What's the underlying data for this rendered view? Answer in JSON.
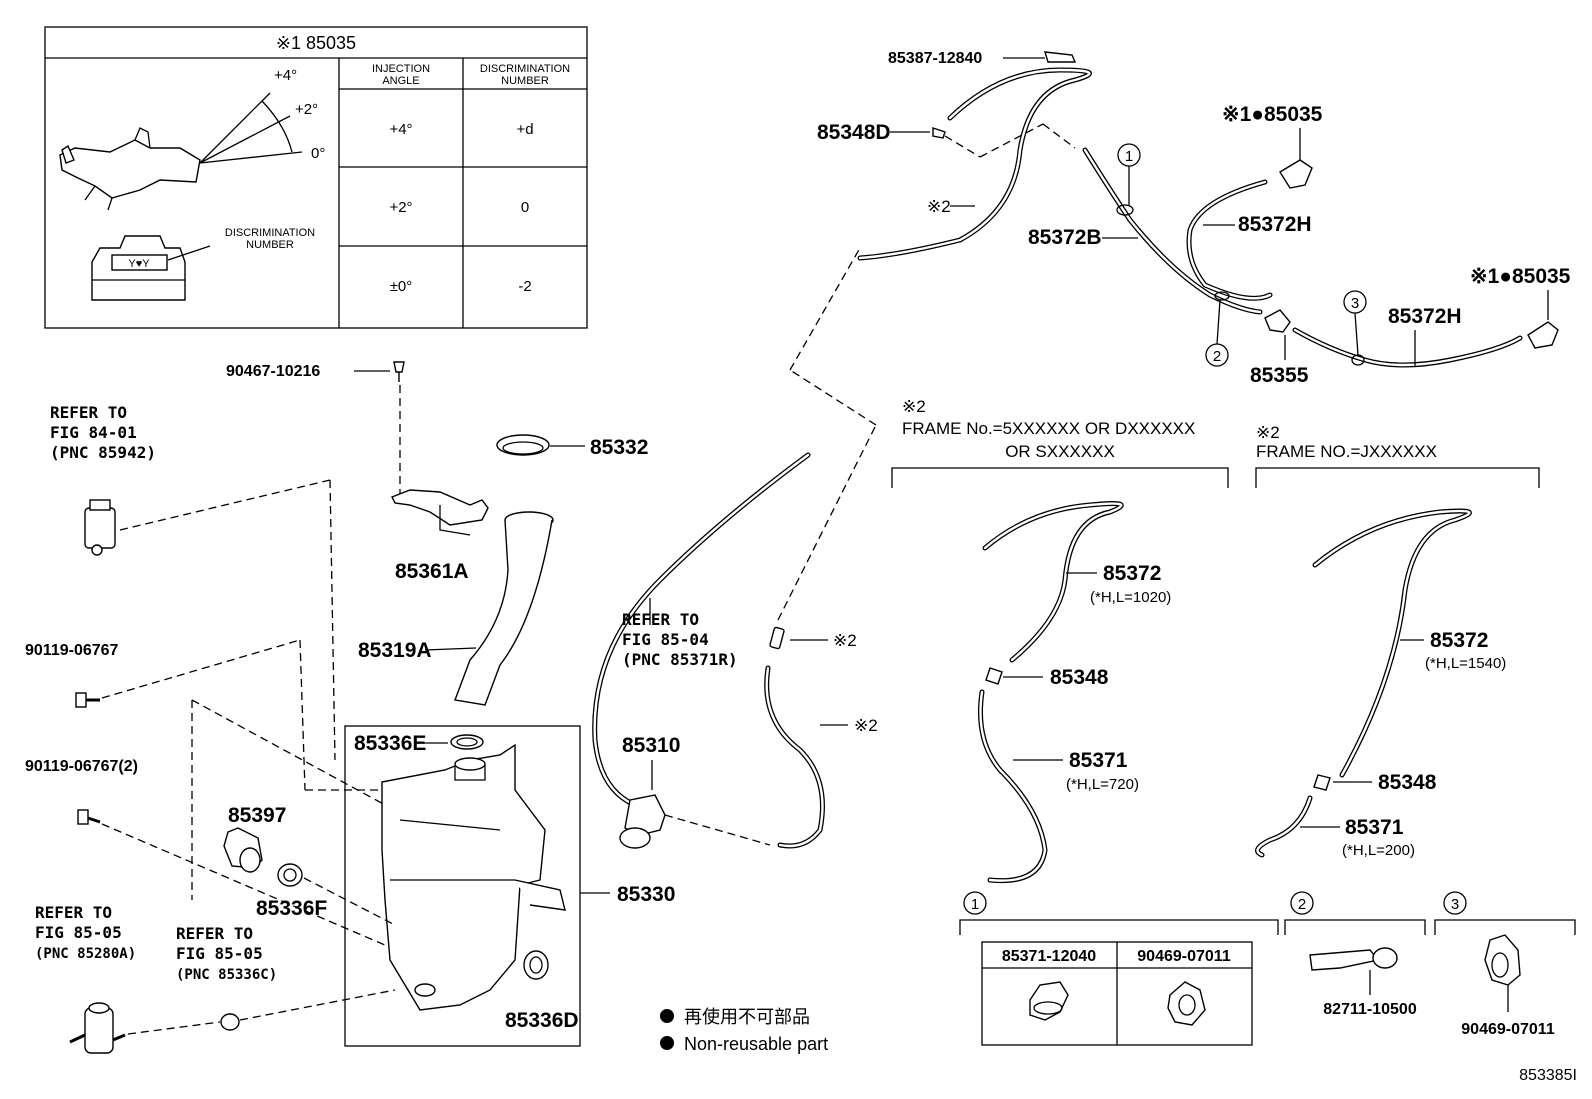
{
  "title_box": {
    "header": "※1 85035",
    "angles": [
      "+4°",
      "+2°",
      "0°"
    ],
    "discrimination_label_line1": "DISCRIMINATION",
    "discrimination_label_line2": "NUMBER",
    "col1_line1": "INJECTION",
    "col1_line2": "ANGLE",
    "col2_line1": "DISCRIMINATION",
    "col2_line2": "NUMBER",
    "rows": [
      {
        "angle": "+4°",
        "number": "+d"
      },
      {
        "angle": "+2°",
        "number": "0"
      },
      {
        "angle": "±0°",
        "number": "-2"
      }
    ],
    "stamp": "Y♥Y"
  },
  "parts": {
    "p90467": "90467-10216",
    "p85332": "85332",
    "p85361A": "85361A",
    "p85319A": "85319A",
    "p85336E": "85336E",
    "p85397": "85397",
    "p85336F": "85336F",
    "p85330": "85330",
    "p85336D": "85336D",
    "p85310": "85310",
    "p90119a": "90119-06767",
    "p90119b": "90119-06767(2)",
    "p85387": "85387-12840",
    "p85348D": "85348D",
    "p85372B": "85372B",
    "p85372H_1": "85372H",
    "p85372H_2": "85372H",
    "p85355": "85355",
    "p85035_1": "※1●85035",
    "p85035_2": "※1●85035",
    "note2_a": "※2",
    "note2_b": "※2",
    "note2_c": "※2",
    "circle1": "1",
    "circle2": "2",
    "circle3": "3"
  },
  "refer": {
    "r1": [
      "REFER TO",
      "FIG 84-01",
      "(PNC 85942)"
    ],
    "r2": [
      "REFER TO",
      "FIG 85-04",
      "(PNC 85371R)"
    ],
    "r3": [
      "REFER TO",
      "FIG 85-05",
      "(PNC 85280A)"
    ],
    "r4": [
      "REFER TO",
      "FIG 85-05",
      "(PNC 85336C)"
    ]
  },
  "variant_a": {
    "mark": "※2",
    "frame_line1": "FRAME No.=5XXXXXX OR DXXXXXX",
    "frame_line2": "OR SXXXXXX",
    "p85372": "85372",
    "p85372_len": "(*H,L=1020)",
    "p85348": "85348",
    "p85371": "85371",
    "p85371_len": "(*H,L=720)"
  },
  "variant_b": {
    "mark": "※2",
    "frame_line1": "FRAME NO.=JXXXXXX",
    "p85372": "85372",
    "p85372_len": "(*H,L=1540)",
    "p85348": "85348",
    "p85371": "85371",
    "p85371_len": "(*H,L=200)"
  },
  "detail": {
    "c1": "1",
    "c2": "2",
    "c3": "3",
    "d1_a": "85371-12040",
    "d1_b": "90469-07011",
    "d2": "82711-10500",
    "d3": "90469-07011"
  },
  "legend": {
    "jp": "再使用不可部品",
    "en": "Non-reusable part"
  },
  "figure_code": "853385I"
}
